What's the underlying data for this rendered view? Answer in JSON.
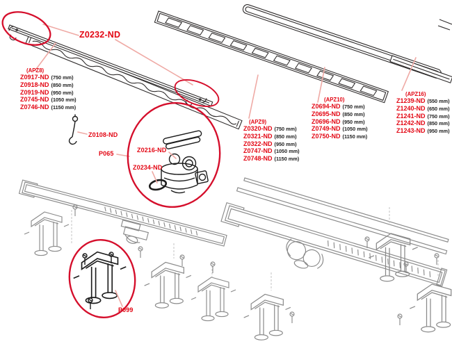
{
  "callouts": {
    "grate_end_clip": "Z0232-ND",
    "hanger": "Z0108-ND",
    "insert": "Z0216-ND",
    "collar": "P065",
    "gasket": "Z0234-ND",
    "feet": "P099"
  },
  "groups": [
    {
      "model": "(APZ8)",
      "rows": [
        {
          "part": "Z0917-ND",
          "size": "(750 mm)"
        },
        {
          "part": "Z0918-ND",
          "size": "(850 mm)"
        },
        {
          "part": "Z0919-ND",
          "size": "(950 mm)"
        },
        {
          "part": "Z0745-ND",
          "size": "(1050 mm)"
        },
        {
          "part": "Z0746-ND",
          "size": "(1150 mm)"
        }
      ]
    },
    {
      "model": "(APZ9)",
      "rows": [
        {
          "part": "Z0320-ND",
          "size": "(750 mm)"
        },
        {
          "part": "Z0321-ND",
          "size": "(850 mm)"
        },
        {
          "part": "Z0322-ND",
          "size": "(950 mm)"
        },
        {
          "part": "Z0747-ND",
          "size": "(1050 mm)"
        },
        {
          "part": "Z0748-ND",
          "size": "(1150 mm)"
        }
      ]
    },
    {
      "model": "(APZ10)",
      "rows": [
        {
          "part": "Z0694-ND",
          "size": "(750 mm)"
        },
        {
          "part": "Z0695-ND",
          "size": "(850 mm)"
        },
        {
          "part": "Z0696-ND",
          "size": "(950 mm)"
        },
        {
          "part": "Z0749-ND",
          "size": "(1050 mm)"
        },
        {
          "part": "Z0750-ND",
          "size": "(1150 mm)"
        }
      ]
    },
    {
      "model": "(APZ16)",
      "rows": [
        {
          "part": "Z1239-ND",
          "size": "(550 mm)"
        },
        {
          "part": "Z1240-ND",
          "size": "(650 mm)"
        },
        {
          "part": "Z1241-ND",
          "size": "(750 mm)"
        },
        {
          "part": "Z1242-ND",
          "size": "(850 mm)"
        },
        {
          "part": "Z1243-ND",
          "size": "(950 mm)"
        }
      ]
    }
  ],
  "colors": {
    "label-red": "#e30613",
    "leader-pink": "#efaaa5",
    "ellipse-red": "#d50f2c",
    "line-dark": "#2e2b2b",
    "line-gray": "#8a8a8a",
    "line-black": "#1c1c1c",
    "line-light": "#bdbdbd",
    "size-text": "#1b1b1b",
    "background": "#ffffff"
  }
}
